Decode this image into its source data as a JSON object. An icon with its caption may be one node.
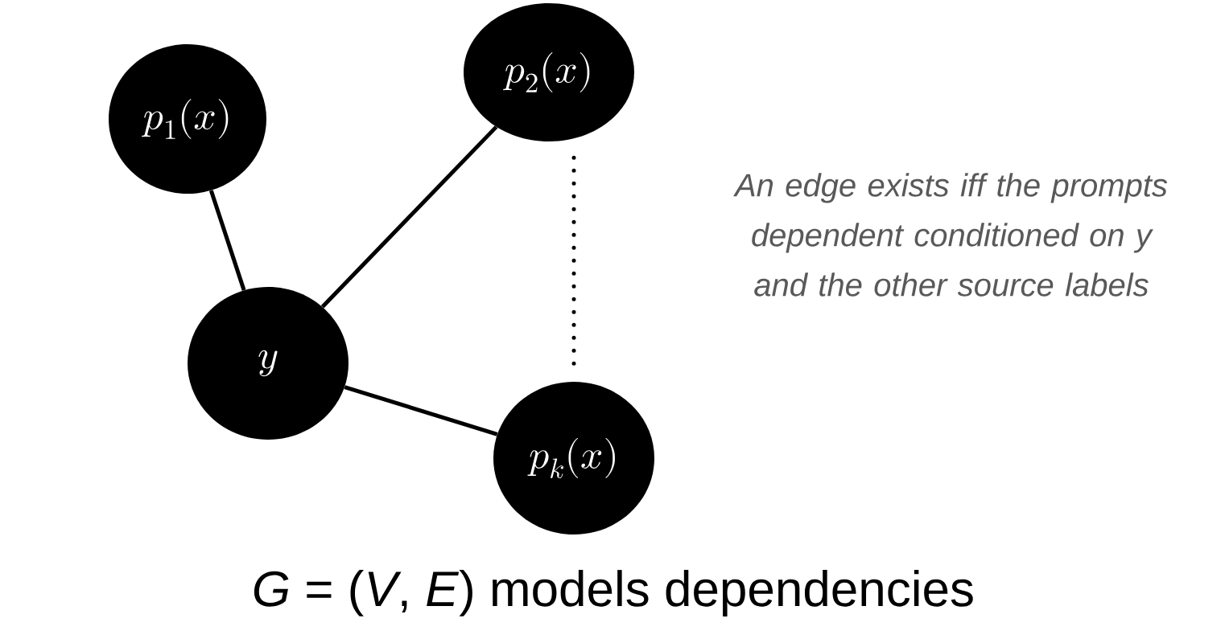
{
  "diagram": {
    "caption": "*G* = (*V*, *E*) models dependencies",
    "nodes": [
      {
        "text": [
          "p_1(x)"
        ]
      },
      {
        "text": [
          "p_2(x)"
        ]
      },
      {
        "text": [
          "y"
        ]
      },
      {
        "text": [
          "p_k(x)"
        ]
      }
    ],
    "edges": [
      {
        "from": 0,
        "to": 2,
        "arrow": "none"
      },
      {
        "from": 1,
        "to": 2,
        "arrow": "none"
      },
      {
        "from": 2,
        "to": 3,
        "arrow": "none"
      },
      {
        "from": 1,
        "to": 3,
        "arrow": "none",
        "style": "dashed"
      }
    ],
    "labels": [
      "An edge exists iff the prompts dependent conditioned on y and the other source labels"
    ]
  }
}
